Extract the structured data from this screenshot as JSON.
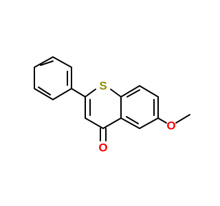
{
  "molecule": {
    "atoms": {
      "sulfur": "S",
      "carbonyl_oxygen": "O",
      "ether_oxygen": "O"
    },
    "colors": {
      "sulfur": "#8f8f00",
      "oxygen": "#ff0000",
      "bond": "#000000"
    }
  }
}
